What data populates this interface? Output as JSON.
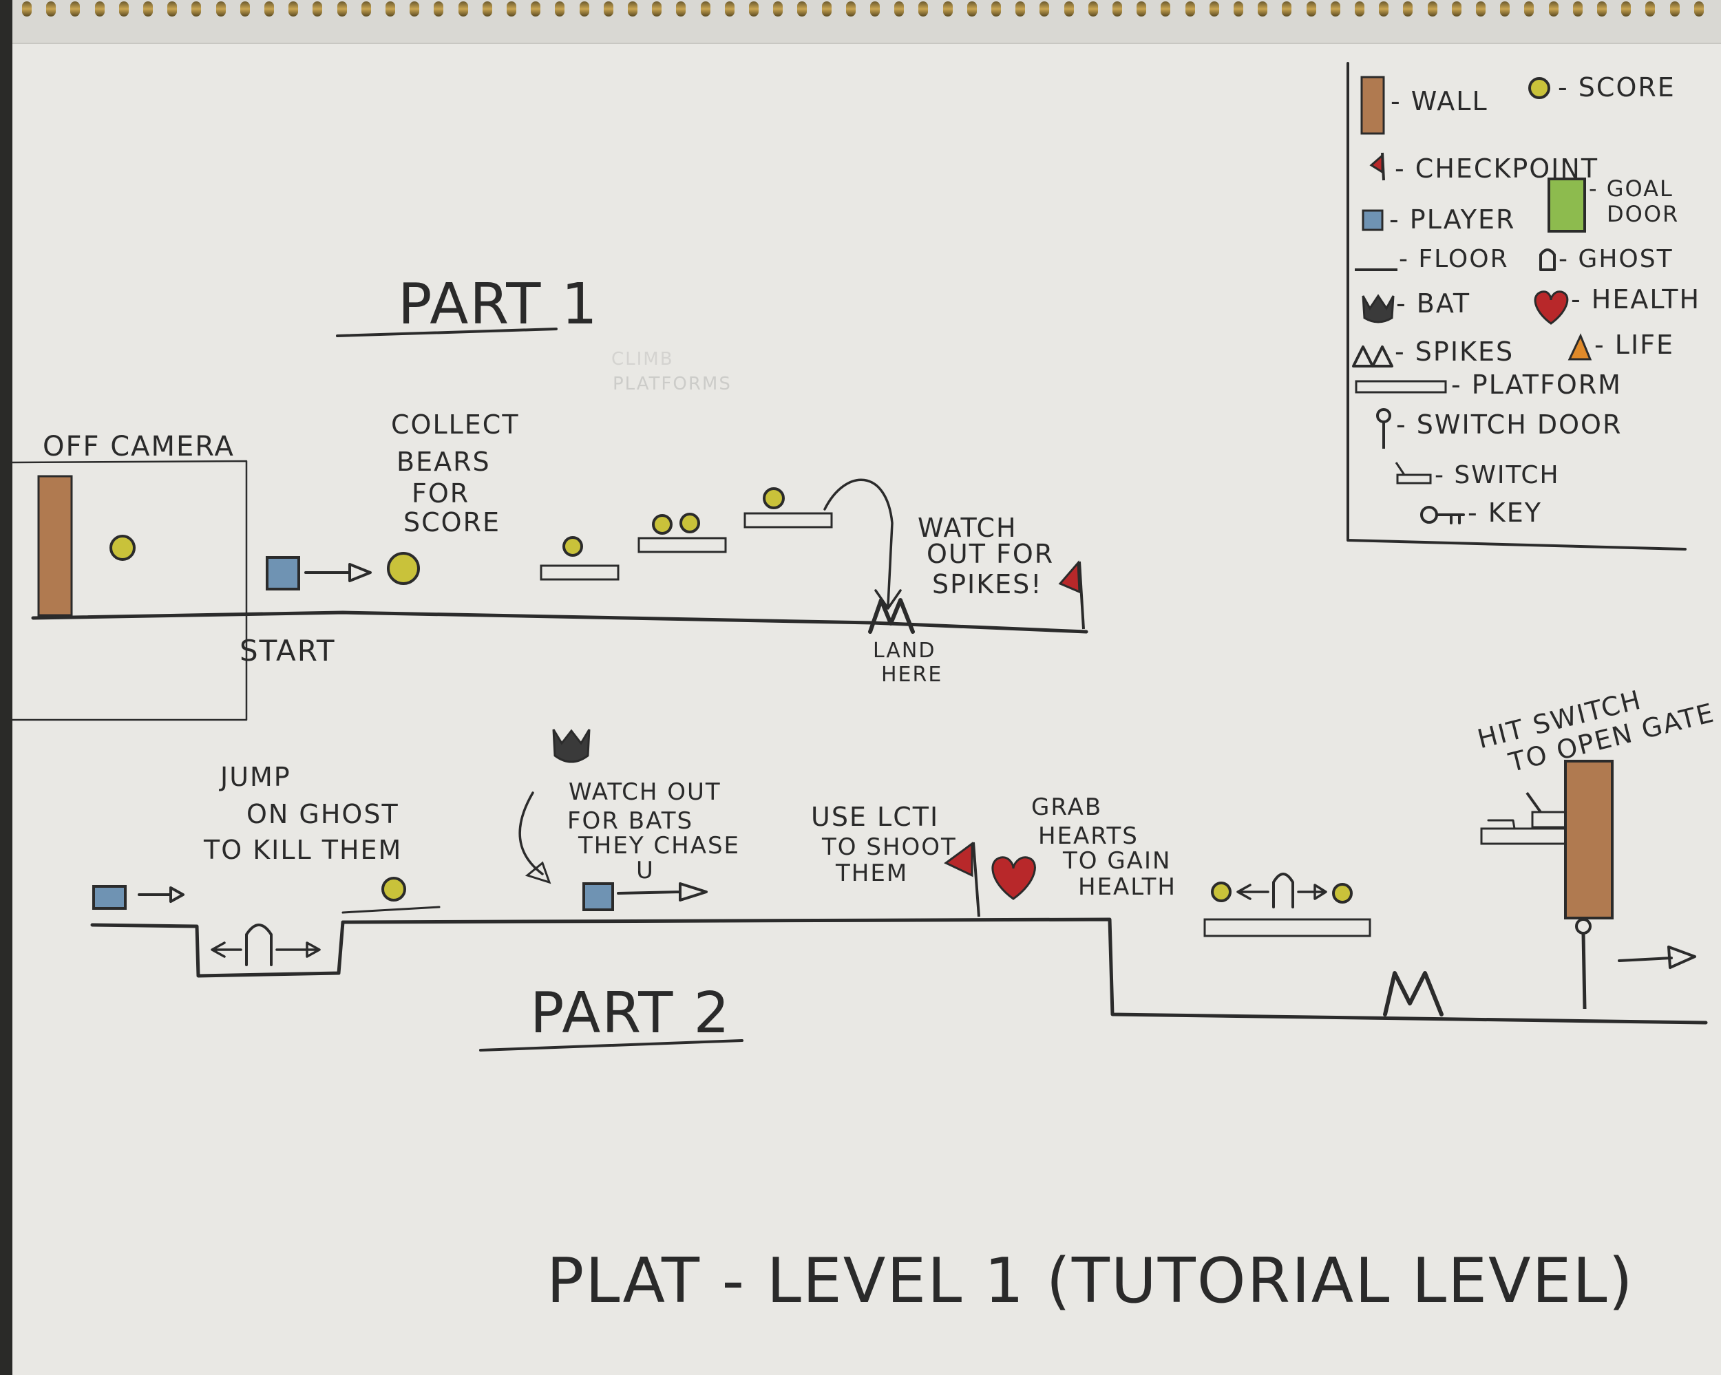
{
  "title": "PLAT - LEVEL 1 (TUTORIAL LEVEL)",
  "colors": {
    "paper": "#e9e8e4",
    "ink": "#2b2b2b",
    "wall": "#b07a50",
    "score": "#c9c23a",
    "player": "#6f93b3",
    "goal_door": "#8dbb4e",
    "checkpoint": "#b8282a",
    "health": "#b8282a",
    "life": "#e08a2a"
  },
  "legend": {
    "items": [
      {
        "icon": "wall-icon",
        "label": "- WALL"
      },
      {
        "icon": "score-icon",
        "label": "- SCORE"
      },
      {
        "icon": "checkpoint-icon",
        "label": "- CHECKPOINT"
      },
      {
        "icon": "player-icon",
        "label": "- PLAYER"
      },
      {
        "icon": "goal-door-icon",
        "label": "- GOAL"
      },
      {
        "icon": "goal-door-icon",
        "label": "DOOR"
      },
      {
        "icon": "floor-icon",
        "label": "- FLOOR"
      },
      {
        "icon": "ghost-icon",
        "label": "- GHOST"
      },
      {
        "icon": "bat-icon",
        "label": "- BAT"
      },
      {
        "icon": "health-icon",
        "label": "- HEALTH"
      },
      {
        "icon": "spikes-icon",
        "label": "- SPIKES"
      },
      {
        "icon": "life-icon",
        "label": "- LIFE"
      },
      {
        "icon": "platform-icon",
        "label": "- PLATFORM"
      },
      {
        "icon": "switch-door-icon",
        "label": "- SWITCH DOOR"
      },
      {
        "icon": "switch-icon",
        "label": "- SWITCH"
      },
      {
        "icon": "key-icon",
        "label": "- KEY"
      }
    ]
  },
  "part1": {
    "heading": "PART 1",
    "faint_note": [
      "CLIMB",
      "PLATFORMS"
    ],
    "off_camera": "OFF CAMERA",
    "start": "START",
    "collect_note": [
      "COLLECT",
      "BEARS",
      "FOR",
      "SCORE"
    ],
    "spikes_note": [
      "WATCH",
      "OUT FOR",
      "SPIKES!"
    ],
    "land_note": [
      "LAND",
      "HERE"
    ]
  },
  "part2": {
    "heading": "PART 2",
    "ghost_note": [
      "JUMP",
      "ON GHOST",
      "TO KILL THEM"
    ],
    "bats_note": [
      "WATCH OUT",
      "FOR BATS",
      "THEY CHASE",
      "U"
    ],
    "shoot_note": [
      "USE LCTI",
      "TO SHOOT",
      "THEM"
    ],
    "hearts_note": [
      "GRAB",
      "HEARTS",
      "TO GAIN",
      "HEALTH"
    ],
    "switch_note": [
      "HIT SWITCH",
      "TO OPEN GATE"
    ]
  }
}
